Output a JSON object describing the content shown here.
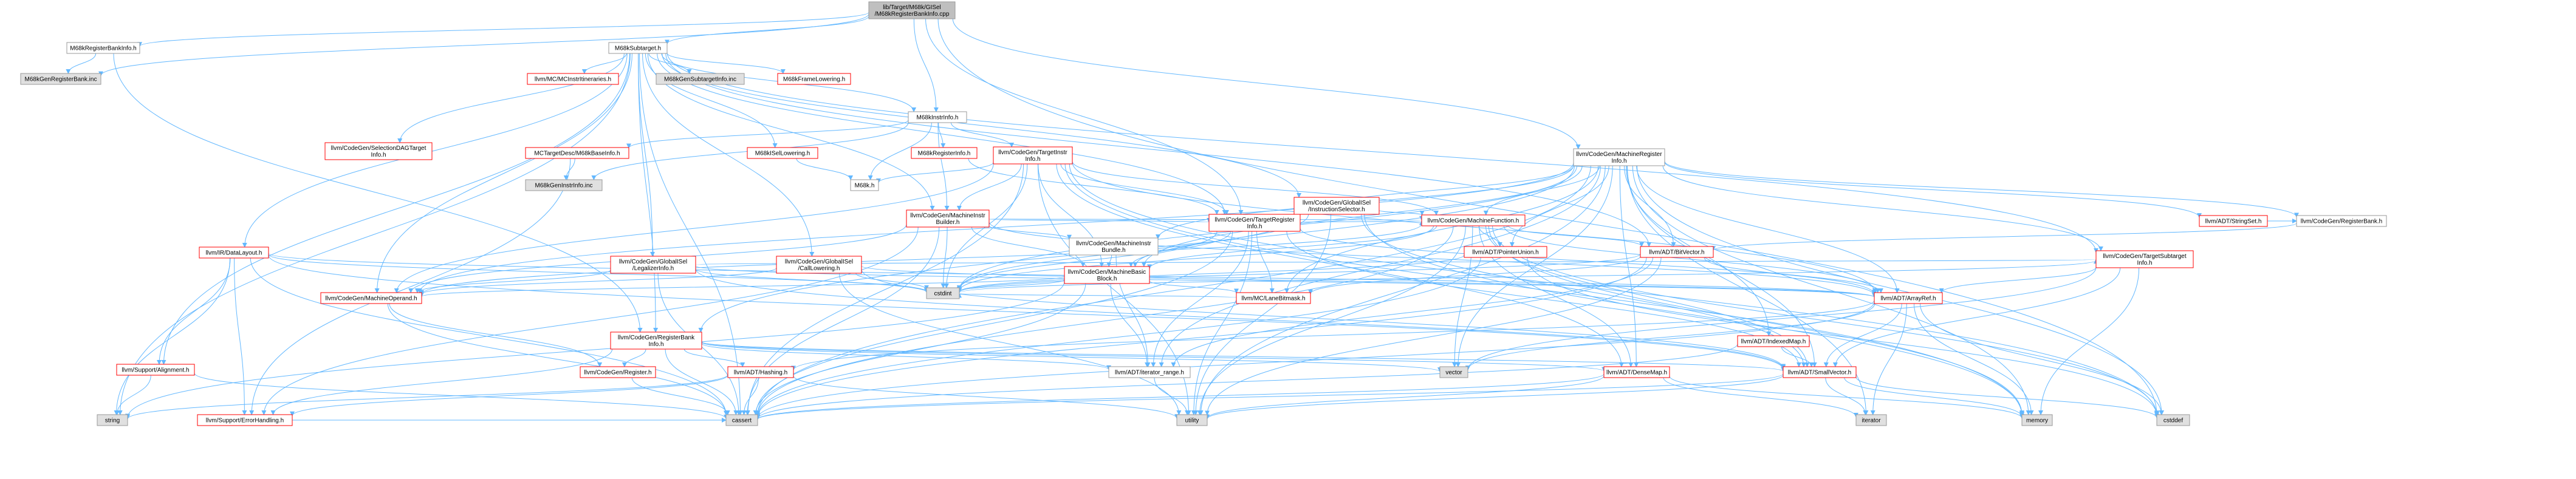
{
  "colors": {
    "edge": "#63b8ff",
    "box_border_normal": "#999999",
    "box_border_linked": "#ff0000",
    "box_fill": "#ffffff",
    "box_fill_root": "#bfbfbf",
    "box_fill_external": "#e0e0e0",
    "text": "#000000"
  },
  "nodes": [
    {
      "id": "root",
      "lines": [
        "lib/Target/M68k/GISel",
        "/M68kRegisterBankInfo.cpp"
      ],
      "kind": "root"
    },
    {
      "id": "rbi",
      "lines": [
        "M68kRegisterBankInfo.h"
      ],
      "kind": "normal"
    },
    {
      "id": "rbinc",
      "lines": [
        "M68kGenRegisterBank.inc"
      ],
      "kind": "external"
    },
    {
      "id": "subt",
      "lines": [
        "M68kSubtarget.h"
      ],
      "kind": "normal"
    },
    {
      "id": "cgmri",
      "lines": [
        "llvm/CodeGen/MachineRegister",
        "Info.h"
      ],
      "kind": "normal"
    },
    {
      "id": "cgtri",
      "lines": [
        "llvm/CodeGen/TargetRegister",
        "Info.h"
      ],
      "kind": "linked"
    },
    {
      "id": "mcinstr",
      "lines": [
        "llvm/MC/MCInstrItineraries.h"
      ],
      "kind": "linked"
    },
    {
      "id": "gensub",
      "lines": [
        "M68kGenSubtargetInfo.inc"
      ],
      "kind": "external"
    },
    {
      "id": "frame",
      "lines": [
        "M68kFrameLowering.h"
      ],
      "kind": "linked"
    },
    {
      "id": "instrinfo",
      "lines": [
        "M68kInstrInfo.h"
      ],
      "kind": "normal"
    },
    {
      "id": "seldag",
      "lines": [
        "llvm/CodeGen/SelectionDAGTarget",
        "Info.h"
      ],
      "kind": "linked"
    },
    {
      "id": "mcbase",
      "lines": [
        "MCTargetDesc/M68kBaseInfo.h"
      ],
      "kind": "linked"
    },
    {
      "id": "isel",
      "lines": [
        "M68kISelLowering.h"
      ],
      "kind": "linked"
    },
    {
      "id": "reginfo",
      "lines": [
        "M68kRegisterInfo.h"
      ],
      "kind": "linked"
    },
    {
      "id": "tii",
      "lines": [
        "llvm/CodeGen/TargetInstr",
        "Info.h"
      ],
      "kind": "linked"
    },
    {
      "id": "geninstr",
      "lines": [
        "M68kGenInstrInfo.inc"
      ],
      "kind": "external"
    },
    {
      "id": "m68k",
      "lines": [
        "M68k.h"
      ],
      "kind": "normal"
    },
    {
      "id": "mib",
      "lines": [
        "llvm/CodeGen/MachineInstr",
        "Builder.h"
      ],
      "kind": "linked"
    },
    {
      "id": "gisel",
      "lines": [
        "llvm/CodeGen/GlobalISel",
        "/InstructionSelector.h"
      ],
      "kind": "linked"
    },
    {
      "id": "mibundle",
      "lines": [
        "llvm/CodeGen/MachineInstr",
        "Bundle.h"
      ],
      "kind": "normal"
    },
    {
      "id": "mf",
      "lines": [
        "llvm/CodeGen/MachineFunction.h"
      ],
      "kind": "linked"
    },
    {
      "id": "strset",
      "lines": [
        "llvm/ADT/StringSet.h"
      ],
      "kind": "linked"
    },
    {
      "id": "cgrb",
      "lines": [
        "llvm/CodeGen/RegisterBank.h"
      ],
      "kind": "normal"
    },
    {
      "id": "datalayout",
      "lines": [
        "llvm/IR/DataLayout.h"
      ],
      "kind": "linked"
    },
    {
      "id": "legal",
      "lines": [
        "llvm/CodeGen/GlobalISel",
        "/LegalizerInfo.h"
      ],
      "kind": "linked"
    },
    {
      "id": "calllow",
      "lines": [
        "llvm/CodeGen/GlobalISel",
        "/CallLowering.h"
      ],
      "kind": "linked"
    },
    {
      "id": "mbb",
      "lines": [
        "llvm/CodeGen/MachineBasic",
        "Block.h"
      ],
      "kind": "linked"
    },
    {
      "id": "ptrunion",
      "lines": [
        "llvm/ADT/PointerUnion.h"
      ],
      "kind": "linked"
    },
    {
      "id": "bitvec",
      "lines": [
        "llvm/ADT/BitVector.h"
      ],
      "kind": "linked"
    },
    {
      "id": "tsub",
      "lines": [
        "llvm/CodeGen/TargetSubtarget",
        "Info.h"
      ],
      "kind": "linked"
    },
    {
      "id": "cstdint",
      "lines": [
        "cstdint"
      ],
      "kind": "external"
    },
    {
      "id": "mo",
      "lines": [
        "llvm/CodeGen/MachineOperand.h"
      ],
      "kind": "linked"
    },
    {
      "id": "rbinfo",
      "lines": [
        "llvm/CodeGen/RegisterBank",
        "Info.h"
      ],
      "kind": "linked"
    },
    {
      "id": "lanebit",
      "lines": [
        "llvm/MC/LaneBitmask.h"
      ],
      "kind": "linked"
    },
    {
      "id": "arrayref",
      "lines": [
        "llvm/ADT/ArrayRef.h"
      ],
      "kind": "linked"
    },
    {
      "id": "indexedmap",
      "lines": [
        "llvm/ADT/IndexedMap.h"
      ],
      "kind": "linked"
    },
    {
      "id": "align",
      "lines": [
        "llvm/Support/Alignment.h"
      ],
      "kind": "linked"
    },
    {
      "id": "cgreg",
      "lines": [
        "llvm/CodeGen/Register.h"
      ],
      "kind": "linked"
    },
    {
      "id": "hashing",
      "lines": [
        "llvm/ADT/Hashing.h"
      ],
      "kind": "linked"
    },
    {
      "id": "iterrange",
      "lines": [
        "llvm/ADT/iterator_range.h"
      ],
      "kind": "normal"
    },
    {
      "id": "vector",
      "lines": [
        "vector"
      ],
      "kind": "external"
    },
    {
      "id": "densemap",
      "lines": [
        "llvm/ADT/DenseMap.h"
      ],
      "kind": "linked"
    },
    {
      "id": "smallvec",
      "lines": [
        "llvm/ADT/SmallVector.h"
      ],
      "kind": "linked"
    },
    {
      "id": "string",
      "lines": [
        "string"
      ],
      "kind": "external"
    },
    {
      "id": "errh",
      "lines": [
        "llvm/Support/ErrorHandling.h"
      ],
      "kind": "linked"
    },
    {
      "id": "cassert",
      "lines": [
        "cassert"
      ],
      "kind": "external"
    },
    {
      "id": "utility",
      "lines": [
        "utility"
      ],
      "kind": "external"
    },
    {
      "id": "iterator",
      "lines": [
        "iterator"
      ],
      "kind": "external"
    },
    {
      "id": "memory",
      "lines": [
        "memory"
      ],
      "kind": "external"
    },
    {
      "id": "cstddef",
      "lines": [
        "cstddef"
      ],
      "kind": "external"
    }
  ]
}
